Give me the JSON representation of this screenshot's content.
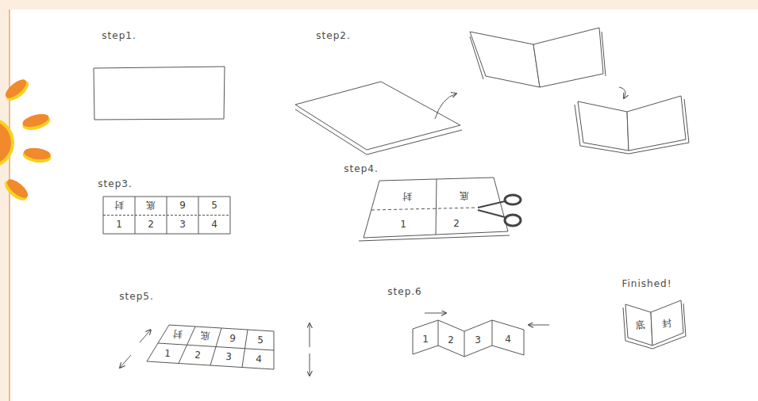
{
  "diagram": {
    "labels": [
      "step1.",
      "step2.",
      "step3.",
      "封",
      "底",
      "9",
      "5",
      "1",
      "2",
      "3",
      "4",
      "step4.",
      "封",
      "底",
      "1",
      "2",
      "step5.",
      "封",
      "底",
      "9",
      "5",
      "1",
      "2",
      "3",
      "4",
      "step.6",
      "1",
      "2",
      "3",
      "4",
      "Finished!",
      "底",
      "封"
    ]
  }
}
